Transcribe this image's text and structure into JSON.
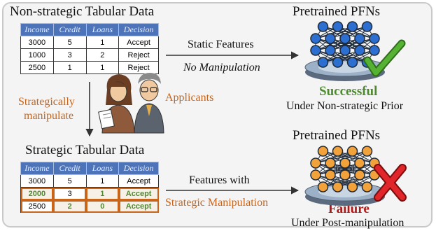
{
  "top": {
    "title": "Non-strategic Tabular Data",
    "columns": [
      "Income",
      "Credit",
      "Loans",
      "Decision"
    ],
    "rows": [
      [
        "3000",
        "5",
        "1",
        "Accept"
      ],
      [
        "1000",
        "3",
        "2",
        "Reject"
      ],
      [
        "2500",
        "1",
        "1",
        "Reject"
      ]
    ]
  },
  "arrow_top": {
    "label1": "Static Features",
    "label2": "No Manipulation"
  },
  "pfn_top": {
    "title": "Pretrained PFNs",
    "result": "Successful",
    "caption": "Under Non-strategic Prior"
  },
  "middle": {
    "manipulate": "Strategically\nmanipulate",
    "manipulate_line1": "Strategically",
    "manipulate_line2": "manipulate",
    "applicants": "Applicants"
  },
  "bottom": {
    "title": "Strategic Tabular Data",
    "columns": [
      "Income",
      "Credit",
      "Loans",
      "Decision"
    ],
    "rows": [
      [
        "3000",
        "5",
        "1",
        "Accept"
      ],
      [
        "2000",
        "3",
        "1",
        "Accept"
      ],
      [
        "2500",
        "2",
        "0",
        "Accept"
      ]
    ]
  },
  "arrow_bottom": {
    "label1": "Features with",
    "label2": "Strategic Manipulation"
  },
  "pfn_bottom": {
    "title": "Pretrained PFNs",
    "result": "Failure",
    "caption": "Under Post-manipulation"
  },
  "colors": {
    "orange": "#c8651b",
    "green": "#4d8a2e",
    "red": "#b01818",
    "header_blue": "#4d74b8",
    "node_blue": "#2d6fd0",
    "node_orange": "#f2a23a"
  },
  "icons": [
    "neural-network-icon",
    "checkmark-icon",
    "x-mark-icon",
    "applicant-woman-icon",
    "applicant-man-icon"
  ]
}
